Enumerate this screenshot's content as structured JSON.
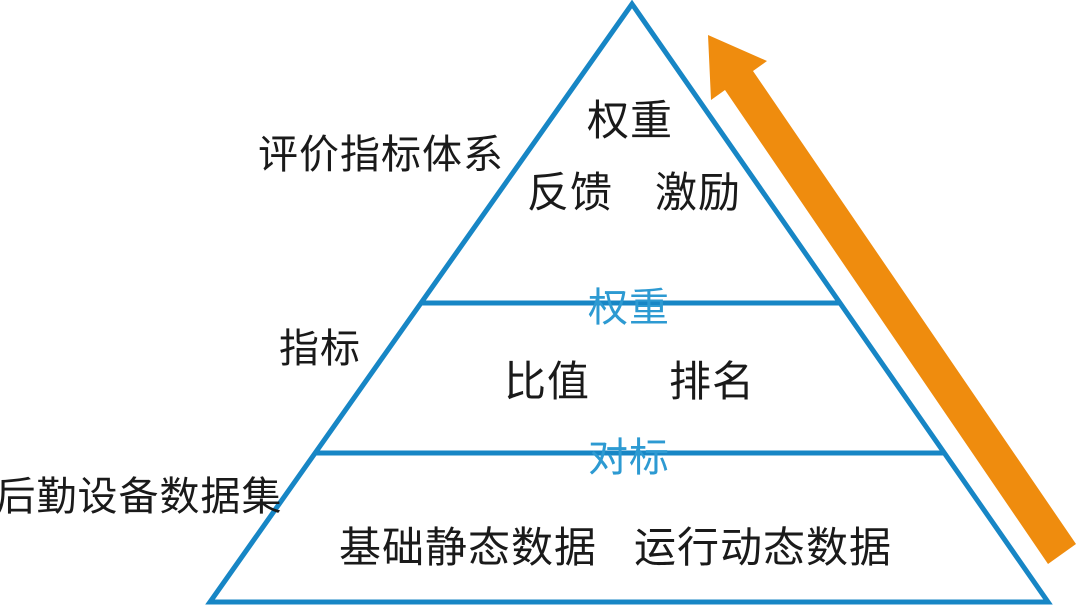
{
  "diagram": {
    "type": "pyramid",
    "colors": {
      "line_blue": "#1786c5",
      "label_blue": "#2d9ad2",
      "arrow_orange": "#ef8c0e",
      "text_black": "#1a1a1a"
    },
    "pyramid": {
      "levels": [
        {
          "name": "top",
          "side_label": "评价指标体系",
          "items": [
            "权重",
            "反馈",
            "激励"
          ]
        },
        {
          "name": "middle",
          "side_label": "指标",
          "divider_label": "权重",
          "items": [
            "比值",
            "排名"
          ]
        },
        {
          "name": "bottom",
          "side_label": "后勤设备数据集",
          "divider_label": "对标",
          "items": [
            "基础静态数据",
            "运行动态数据"
          ]
        }
      ]
    },
    "arrow": {
      "direction": "up",
      "color": "#ef8c0e"
    }
  }
}
